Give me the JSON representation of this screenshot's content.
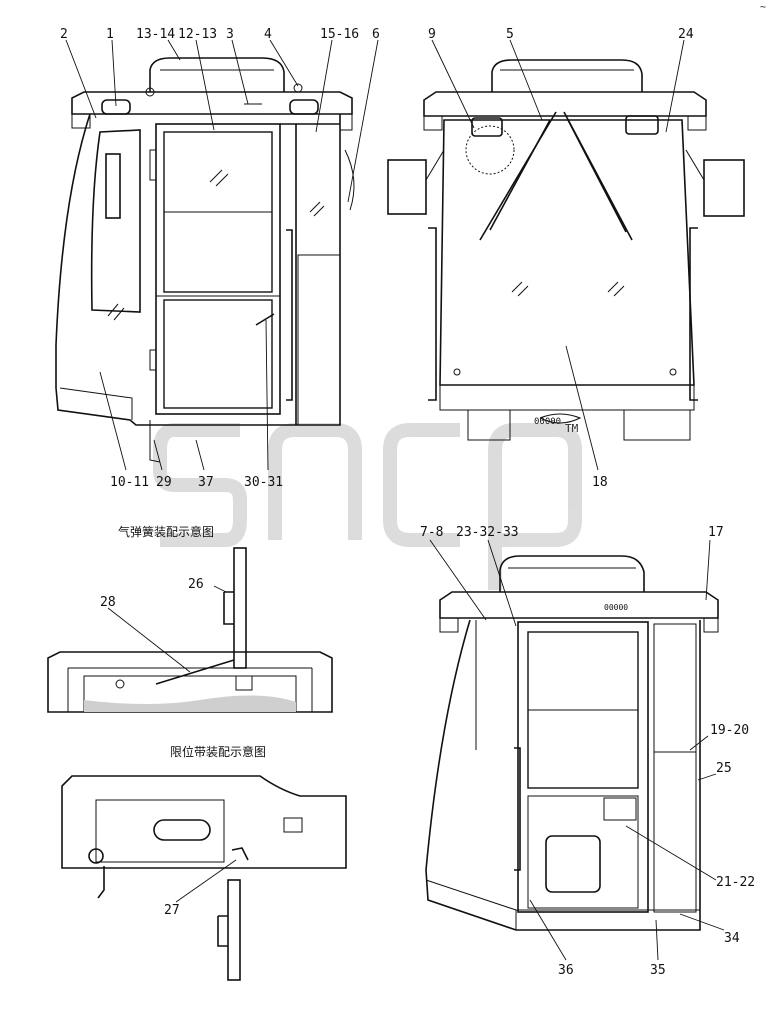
{
  "watermark": "sncp",
  "watermark_tm": "TM",
  "corner_mark": "~",
  "captions": {
    "gas_spring": "气弹簧装配示意图",
    "limit_strap": "限位带装配示意图"
  },
  "labels": {
    "l2": "2",
    "l1": "1",
    "l13_14": "13-14",
    "l12_13": "12-13",
    "l3": "3",
    "l4": "4",
    "l15_16": "15-16",
    "l6": "6",
    "l10_11": "10-11",
    "l29": "29",
    "l37": "37",
    "l30_31": "30-31",
    "l9": "9",
    "l5": "5",
    "l24": "24",
    "l18": "18",
    "l7_8": "7-8",
    "l23_32_33": "23-32-33",
    "l17": "17",
    "l19_20": "19-20",
    "l25": "25",
    "l21_22": "21-22",
    "l34": "34",
    "l35": "35",
    "l36": "36",
    "l26": "26",
    "l28": "28",
    "l27": "27"
  },
  "plate_text": "00000"
}
